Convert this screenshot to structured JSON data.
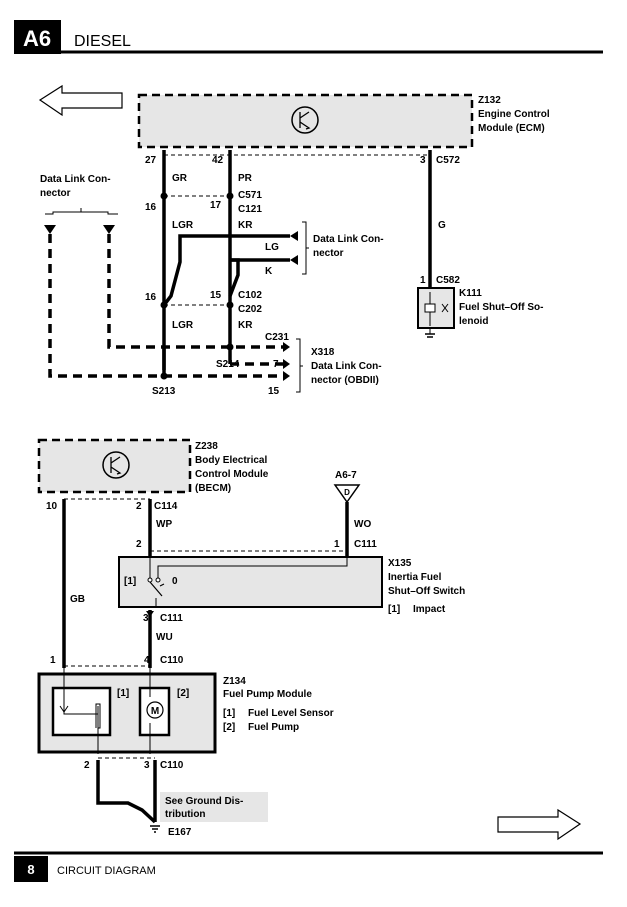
{
  "header": {
    "section_code": "A6",
    "section_title": "DIESEL"
  },
  "footer": {
    "page_number": "8",
    "page_title": "CIRCUIT DIAGRAM"
  },
  "ecm": {
    "code": "Z132",
    "name_line1": "Engine Control",
    "name_line2": "Module (ECM)"
  },
  "becm": {
    "code": "Z238",
    "name_line1": "Body Electrical",
    "name_line2": "Control Module",
    "name_line3": "(BECM)"
  },
  "dlc_top": {
    "line1": "Data Link Con-",
    "line2": "nector"
  },
  "dlc_mid": {
    "line1": "Data Link Con-",
    "line2": "nector"
  },
  "x318": {
    "code": "X318",
    "line1": "Data Link Con-",
    "line2": "nector (OBDII)"
  },
  "k111": {
    "code": "K111",
    "line1": "Fuel Shut–Off So-",
    "line2": "lenoid"
  },
  "x135": {
    "code": "X135",
    "line1": "Inertia Fuel",
    "line2": "Shut–Off Switch",
    "note_tag": "[1]",
    "note_text": "Impact"
  },
  "switch": {
    "tag": "[1]",
    "pos": "0"
  },
  "z134": {
    "code": "Z134",
    "name": "Fuel Pump Module",
    "item1_tag": "[1]",
    "item1_text": "Fuel Level Sensor",
    "item2_tag": "[2]",
    "item2_text": "Fuel Pump",
    "tag1": "[1]",
    "tag2": "[2]",
    "motor": "M"
  },
  "ground": {
    "line1": "See Ground Dis-",
    "line2": "tribution",
    "code": "E167"
  },
  "a67": {
    "ref": "A6-7",
    "letter": "D"
  },
  "pins": {
    "ecm27": "27",
    "ecm42": "42",
    "ecm3": "3",
    "c572": "C572",
    "c571_16": "16",
    "c571_17": "17",
    "c571": "C571",
    "c121": "C121",
    "c102_16": "16",
    "c102_15": "15",
    "c102": "C102",
    "c202": "C202",
    "c231": "C231",
    "s214": "S214",
    "pin7": "7",
    "s213": "S213",
    "pin15": "15",
    "c582_1": "1",
    "c582": "C582",
    "becm10": "10",
    "becm2": "2",
    "c114": "C114",
    "sw2": "2",
    "sw1": "1",
    "c111": "C111",
    "sw3": "3",
    "c111b": "C111",
    "c110_1": "1",
    "c110_4": "4",
    "c110": "C110",
    "c110b_2": "2",
    "c110b_3": "3",
    "c110b": "C110"
  },
  "wires": {
    "gr": "GR",
    "pr": "PR",
    "g": "G",
    "lgr": "LGR",
    "kr": "KR",
    "lg": "LG",
    "k": "K",
    "lgr2": "LGR",
    "kr2": "KR",
    "wp": "WP",
    "wo": "WO",
    "gb": "GB",
    "wu": "WU"
  }
}
